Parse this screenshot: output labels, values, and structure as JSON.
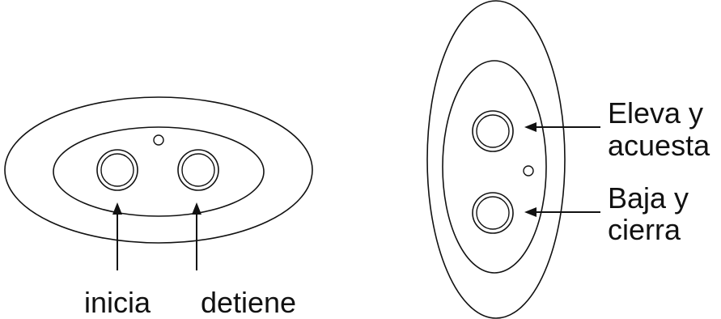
{
  "labels": {
    "start": "inicia",
    "stop": "detiene",
    "raise_line1": "Eleva y",
    "raise_line2": "acuesta",
    "lower_line1": "Baja y",
    "lower_line2": "cierra"
  },
  "colors": {
    "stroke": "#111111",
    "background": "#ffffff"
  }
}
